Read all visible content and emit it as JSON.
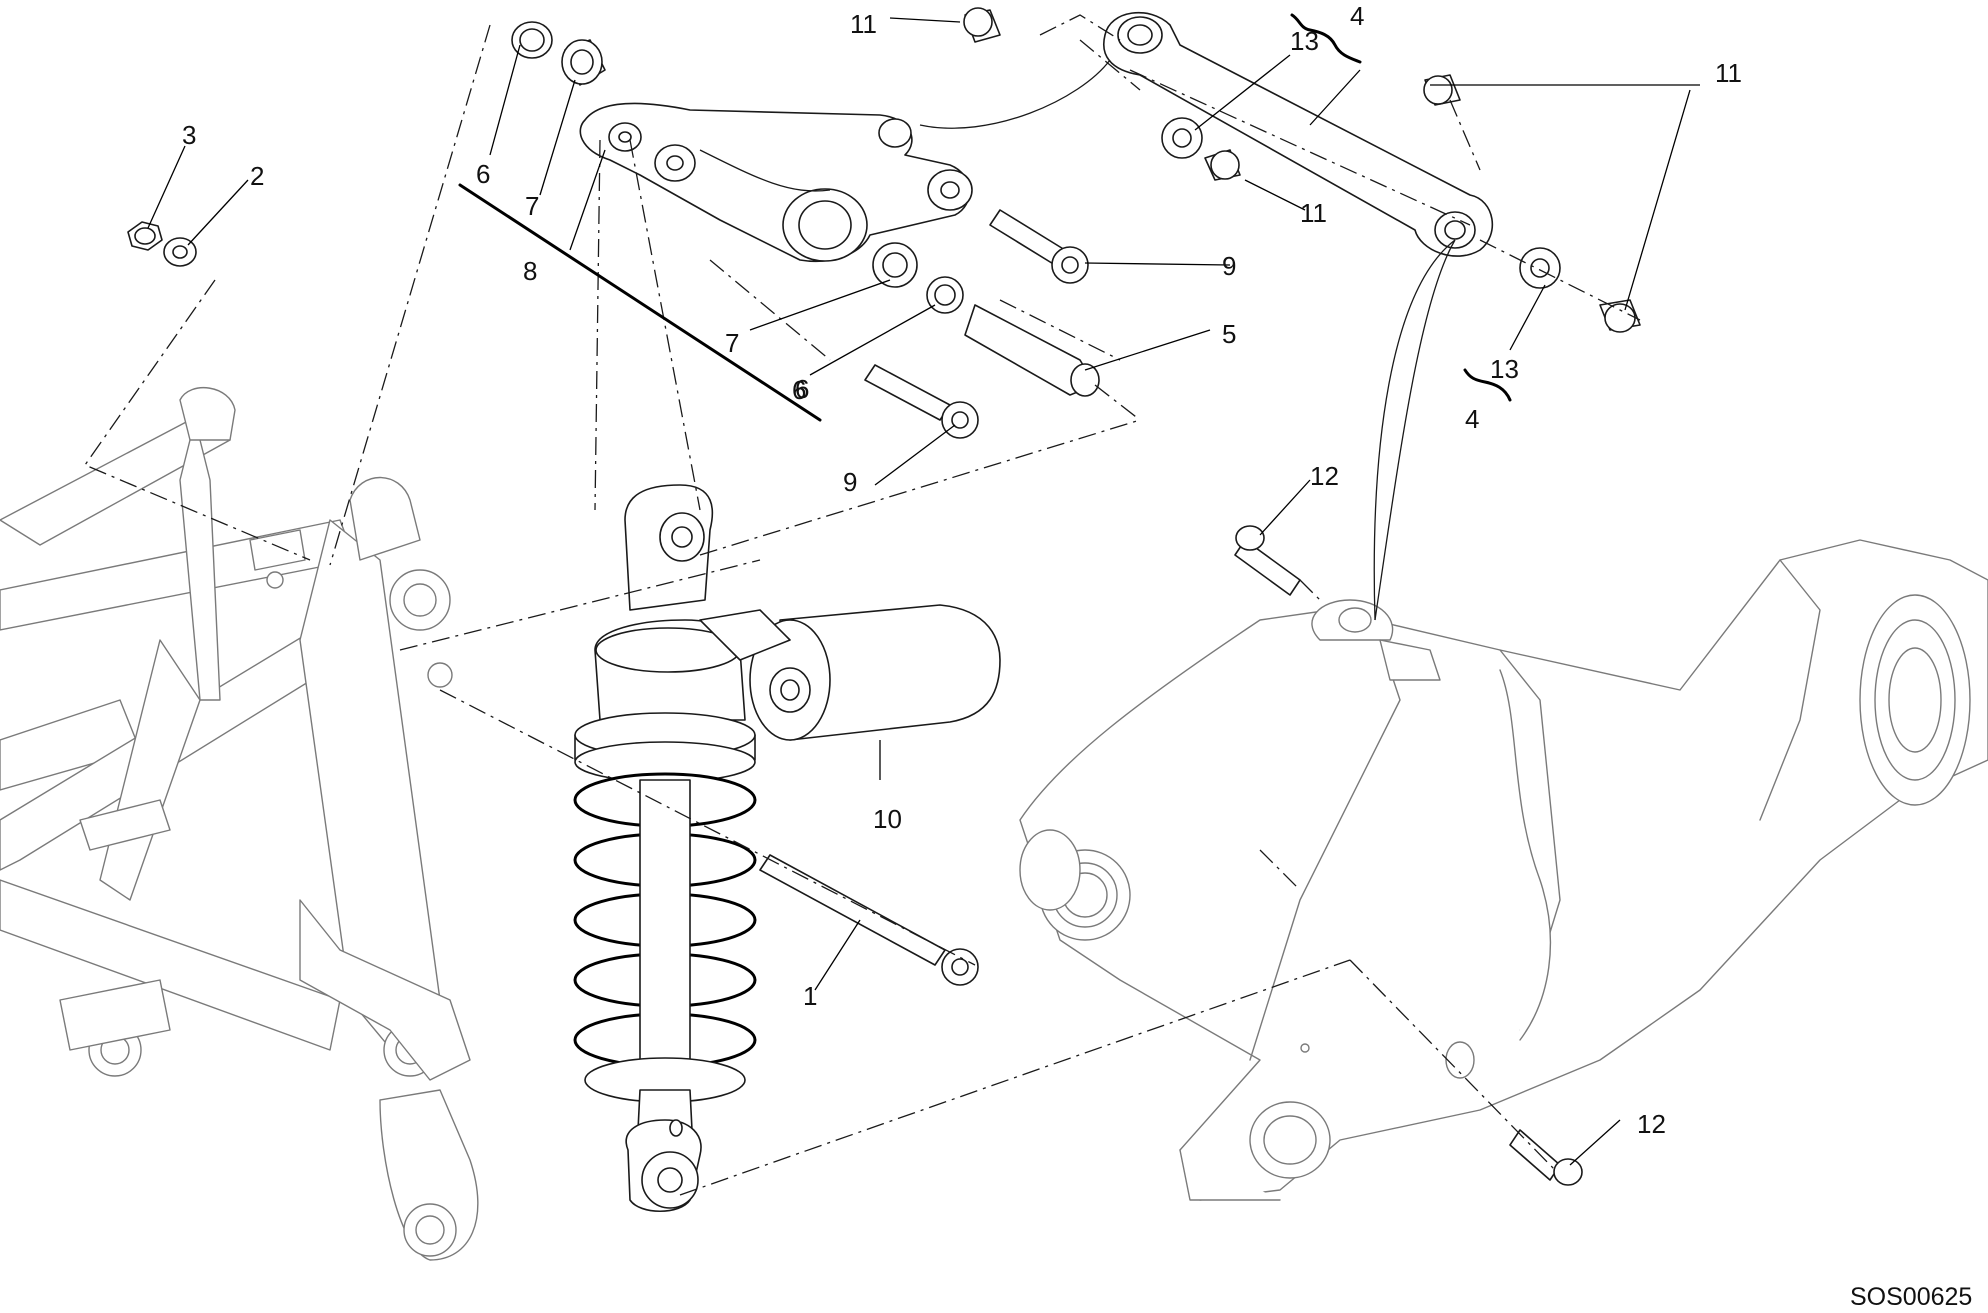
{
  "callouts": {
    "c1": "1",
    "c2": "2",
    "c3": "3",
    "c4a": "4",
    "c4b": "4",
    "c5": "5",
    "c6a": "6",
    "c6b": "6",
    "c6c": "6",
    "c7a": "7",
    "c7b": "7",
    "c8": "8",
    "c9a": "9",
    "c9b": "9",
    "c10": "10",
    "c11a": "11",
    "c11b": "11",
    "c11c": "11",
    "c12a": "12",
    "c12b": "12",
    "c13a": "13",
    "c13b": "13"
  },
  "drawing_code": "SOS00625"
}
